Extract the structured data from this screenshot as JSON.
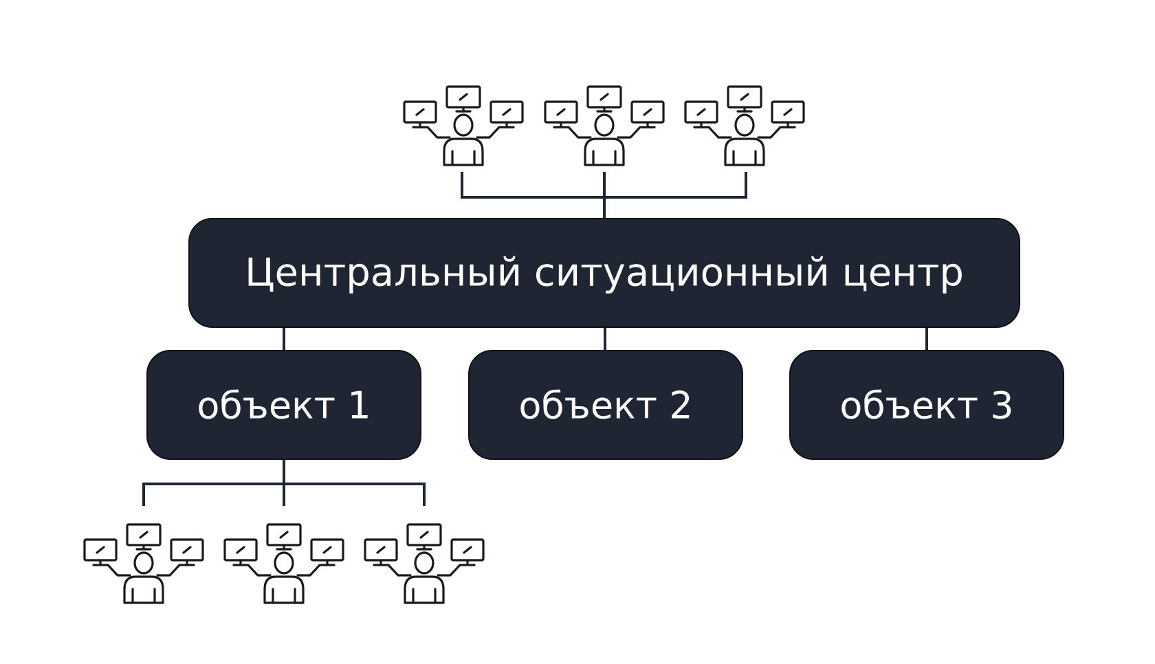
{
  "center": {
    "label": "Центральный ситуационный центр"
  },
  "objects": [
    {
      "label": "объект 1"
    },
    {
      "label": "объект 2"
    },
    {
      "label": "объект 3"
    }
  ],
  "icons": {
    "operator_group": "operator-workstation-icon"
  },
  "colors": {
    "node_fill": "#1f2533",
    "line": "#1e2533",
    "text": "#ffffff",
    "icon_stroke": "#1a1a1a",
    "background": "#ffffff"
  }
}
